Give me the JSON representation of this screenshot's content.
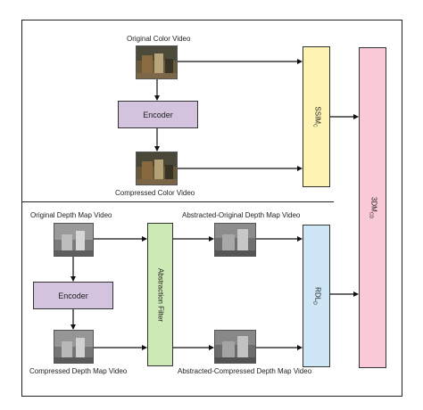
{
  "labels": {
    "original_color_video": "Original Color Video",
    "compressed_color_video": "Compressed Color Video",
    "original_depth_map_video": "Original Depth Map Video",
    "compressed_depth_map_video": "Compressed Depth Map Video",
    "abstracted_original_depth_map_video": "Abstracted-Original Depth Map Video",
    "abstracted_compressed_depth_map_video": "Abstracted-Compressed Depth Map Video"
  },
  "blocks": {
    "encoder_color": "Encoder",
    "encoder_depth": "Encoder",
    "abstraction_filter": "Abstraction Filter",
    "ssim_main": "SSIM",
    "ssim_sub": "C",
    "rdl_main": "RDL",
    "rdl_sub": "D",
    "threedm_main": "3DM",
    "threedm_sub": "CD"
  },
  "colors": {
    "encoder": "#d3c3df",
    "abstraction_filter": "#cde9b5",
    "ssim": "#fff3b3",
    "rdl": "#cfe6f7",
    "threedm": "#f9c9d7"
  }
}
